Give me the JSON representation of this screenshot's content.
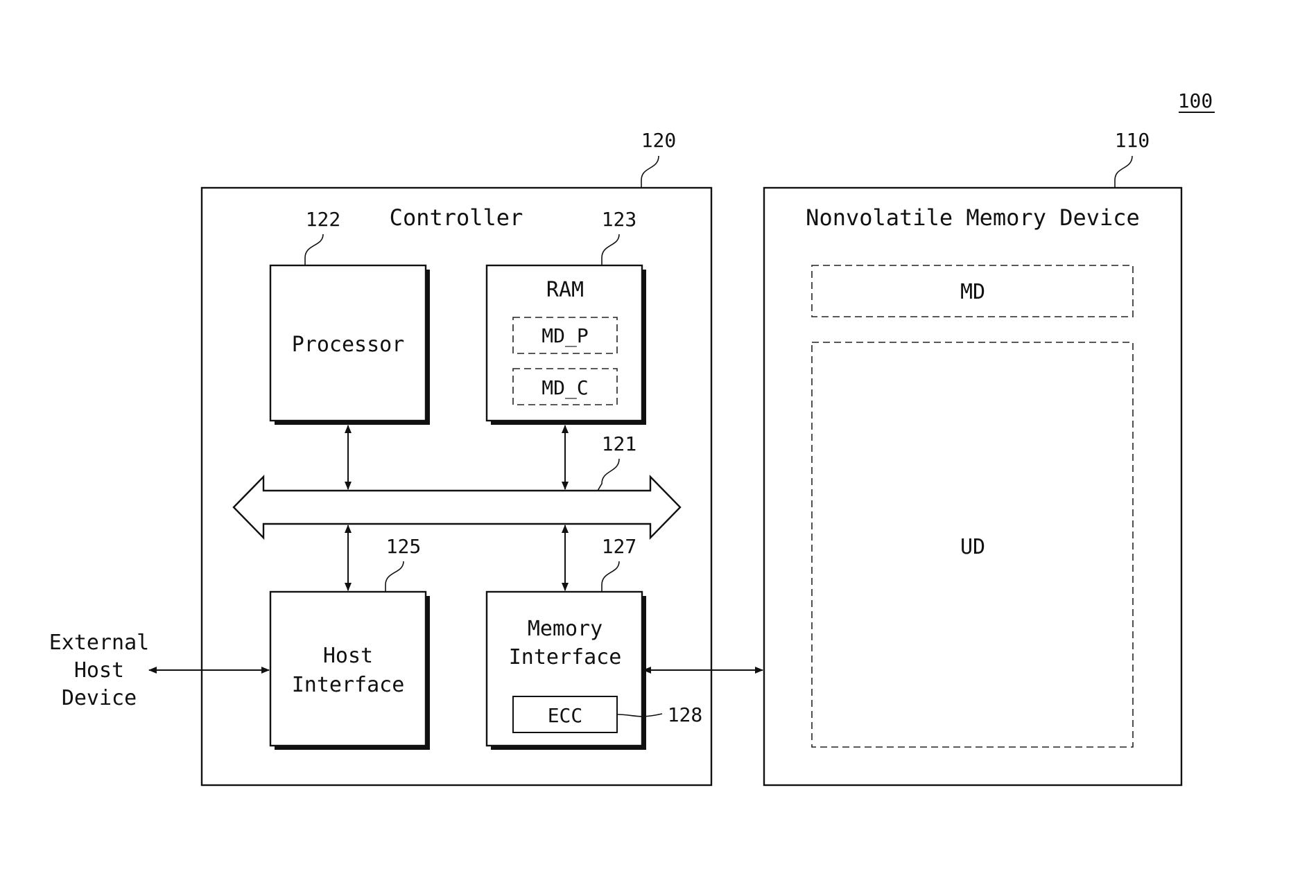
{
  "figure_ref": "100",
  "controller": {
    "ref": "120",
    "title": "Controller",
    "bus_ref": "121",
    "processor": {
      "ref": "122",
      "label": "Processor"
    },
    "ram": {
      "ref": "123",
      "label": "RAM",
      "md_p": "MD_P",
      "md_c": "MD_C"
    },
    "host_interface": {
      "ref": "125",
      "line1": "Host",
      "line2": "Interface"
    },
    "memory_interface": {
      "ref": "127",
      "line1": "Memory",
      "line2": "Interface",
      "ecc": "ECC",
      "ecc_ref": "128"
    }
  },
  "nvm": {
    "ref": "110",
    "title": "Nonvolatile Memory Device",
    "md": "MD",
    "ud": "UD"
  },
  "external": {
    "line1": "External",
    "line2": "Host",
    "line3": "Device"
  },
  "colors": {
    "ink": "#111111",
    "background": "#ffffff"
  }
}
